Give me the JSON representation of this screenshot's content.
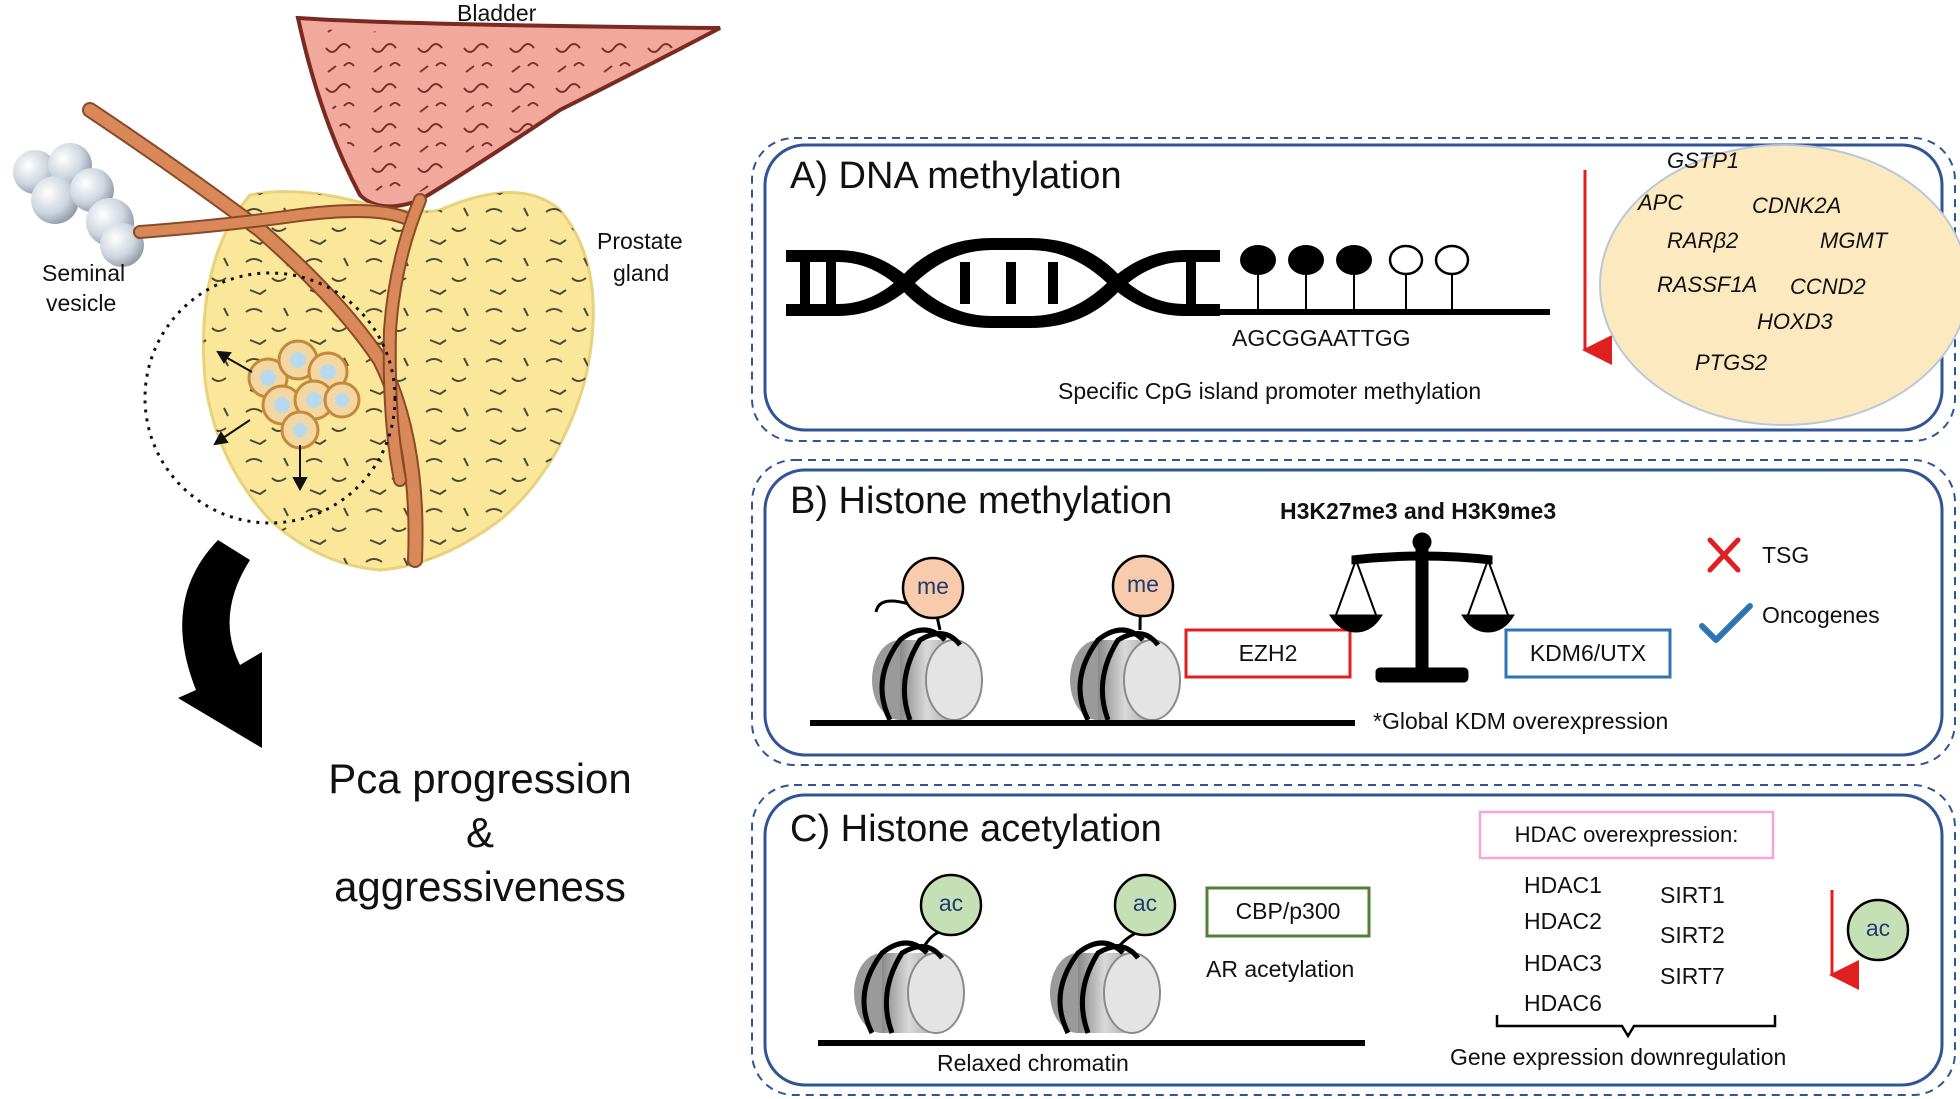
{
  "anatomy": {
    "bladder": "Bladder",
    "seminal_vesicle": [
      "Seminal",
      "vesicle"
    ],
    "prostate_gland": [
      "Prostate",
      "gland"
    ],
    "outcome": [
      "Pca progression",
      "&",
      "aggressiveness"
    ]
  },
  "panel_a": {
    "title": "A) DNA methylation",
    "sequence": "AGCGGAATTGG",
    "caption": "Specific CpG island promoter methylation",
    "genes": [
      "GSTP1",
      "APC",
      "CDNK2A",
      "RARβ2",
      "MGMT",
      "RASSF1A",
      "CCND2",
      "HOXD3",
      "PTGS2"
    ]
  },
  "panel_b": {
    "title": "B) Histone methylation",
    "marks_title": "H3K27me3 and H3K9me3",
    "mark_label": "me",
    "writer": "EZH2",
    "eraser": "KDM6/UTX",
    "footnote": "*Global KDM overexpression",
    "tsg": "TSG",
    "oncogenes": "Oncogenes"
  },
  "panel_c": {
    "title": "C) Histone acetylation",
    "mark_label": "ac",
    "writer": "CBP/p300",
    "ar": "AR acetylation",
    "chromatin": "Relaxed chromatin",
    "hdac_title": "HDAC overexpression:",
    "hdacs": [
      "HDAC1",
      "HDAC2",
      "HDAC3",
      "HDAC6"
    ],
    "sirts": [
      "SIRT1",
      "SIRT2",
      "SIRT7"
    ],
    "downregulation": "Gene expression downregulation"
  },
  "colors": {
    "panel_border": "#2f5597",
    "red": "#e02020",
    "blue": "#2e75b6",
    "green": "#548235",
    "pink": "#f4a6d7",
    "gene_oval": "#fde9c0",
    "prostate": "#fbe79a",
    "bladder": "#f0a99c",
    "me_fill": "#f8cbad",
    "ac_fill": "#c5e0b4",
    "nerve": "#d9885a"
  }
}
